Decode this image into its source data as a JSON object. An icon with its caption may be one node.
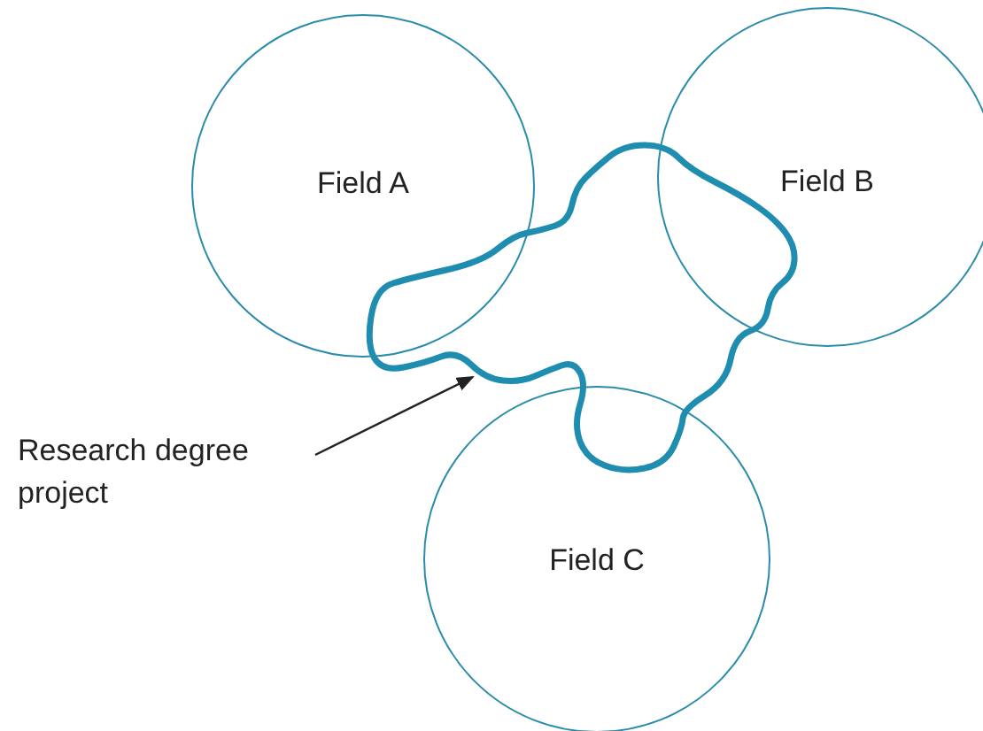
{
  "diagram": {
    "nodes": [
      {
        "text": [
          "Field A"
        ]
      },
      {
        "text": [
          "Field B"
        ]
      },
      {
        "text": [
          "Field C"
        ]
      },
      {
        "text": [
          "Research degree project"
        ]
      },
      {
        "text": [],
        "shape": "loop"
      }
    ],
    "edges": [
      {
        "from": 3,
        "to": 4,
        "arrow": "to"
      }
    ]
  }
}
